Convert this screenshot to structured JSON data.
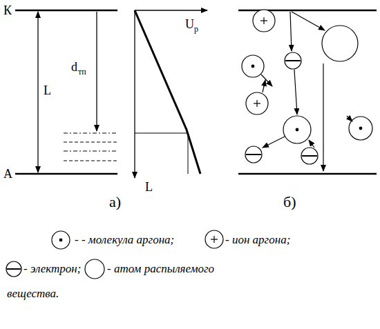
{
  "diagram": {
    "labels": [
      "К",
      "А",
      "L",
      "d",
      "тп",
      "U",
      "р",
      "L",
      "а)",
      "б)"
    ],
    "legend": [
      {
        "text": "- - молекула аргона;"
      },
      {
        "text": "- ион аргона;"
      },
      {
        "text": "- электрон;"
      },
      {
        "text": "- атом распыляемого вещества."
      }
    ]
  }
}
